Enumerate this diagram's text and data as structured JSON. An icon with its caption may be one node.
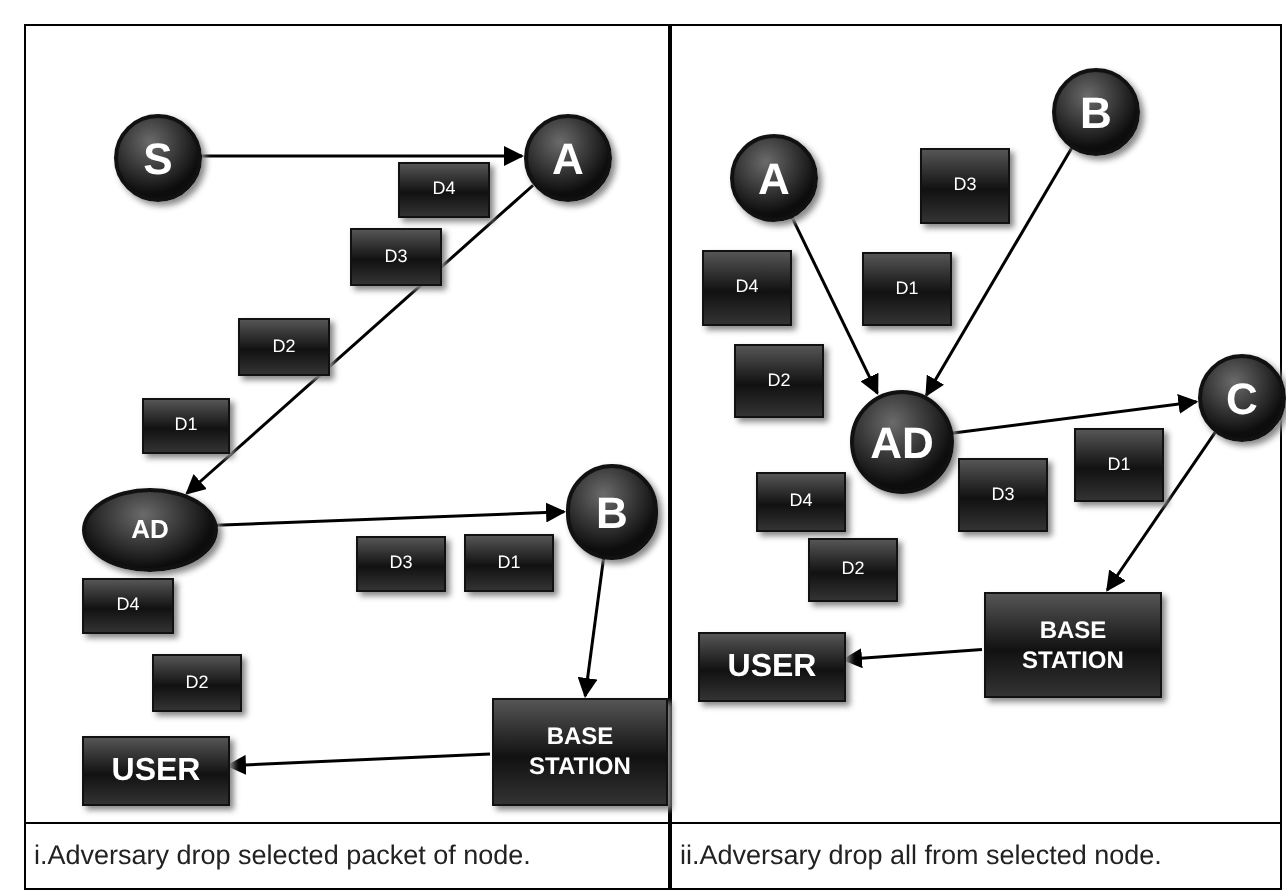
{
  "diagram": {
    "nodes": [
      {
        "text": [
          "i.Adversary drop selected packet of node."
        ]
      },
      {
        "text": [
          "S"
        ],
        "in": 0
      },
      {
        "text": [
          "A"
        ],
        "in": 0
      },
      {
        "text": [
          "D4"
        ],
        "in": 0
      },
      {
        "text": [
          "D3"
        ],
        "in": 0
      },
      {
        "text": [
          "D2"
        ],
        "in": 0
      },
      {
        "text": [
          "D1"
        ],
        "in": 0
      },
      {
        "text": [
          "AD"
        ],
        "in": 0
      },
      {
        "text": [
          "B"
        ],
        "in": 0
      },
      {
        "text": [
          "D3"
        ],
        "in": 0
      },
      {
        "text": [
          "D1"
        ],
        "in": 0
      },
      {
        "text": [
          "D4"
        ],
        "in": 0
      },
      {
        "text": [
          "D2"
        ],
        "in": 0
      },
      {
        "text": [
          "BASE STATION"
        ],
        "in": 0
      },
      {
        "text": [
          "USER"
        ],
        "in": 0
      },
      {
        "text": [
          "ii.Adversary drop all from selected node."
        ]
      },
      {
        "text": [
          "A"
        ],
        "in": 15
      },
      {
        "text": [
          "B"
        ],
        "in": 15
      },
      {
        "text": [
          "D3"
        ],
        "in": 15
      },
      {
        "text": [
          "D4"
        ],
        "in": 15
      },
      {
        "text": [
          "D1"
        ],
        "in": 15
      },
      {
        "text": [
          "D2"
        ],
        "in": 15
      },
      {
        "text": [
          "AD"
        ],
        "in": 15
      },
      {
        "text": [
          "C"
        ],
        "in": 15
      },
      {
        "text": [
          "D1"
        ],
        "in": 15
      },
      {
        "text": [
          "D4"
        ],
        "in": 15
      },
      {
        "text": [
          "D3"
        ],
        "in": 15
      },
      {
        "text": [
          "D2"
        ],
        "in": 15
      },
      {
        "text": [
          "BASE STATION"
        ],
        "in": 15
      },
      {
        "text": [
          "USER"
        ],
        "in": 15
      }
    ],
    "edges": [
      {
        "from": 1,
        "to": 2,
        "arrow": "to"
      },
      {
        "from": 2,
        "to": 7,
        "arrow": "to"
      },
      {
        "from": 7,
        "to": 8,
        "arrow": "to"
      },
      {
        "from": 8,
        "to": 13,
        "arrow": "to"
      },
      {
        "from": 13,
        "to": 14,
        "arrow": "to"
      },
      {
        "from": 16,
        "to": 22,
        "arrow": "to"
      },
      {
        "from": 17,
        "to": 22,
        "arrow": "to"
      },
      {
        "from": 22,
        "to": 23,
        "arrow": "to"
      },
      {
        "from": 23,
        "to": 28,
        "arrow": "to"
      },
      {
        "from": 28,
        "to": 29,
        "arrow": "to"
      }
    ]
  }
}
